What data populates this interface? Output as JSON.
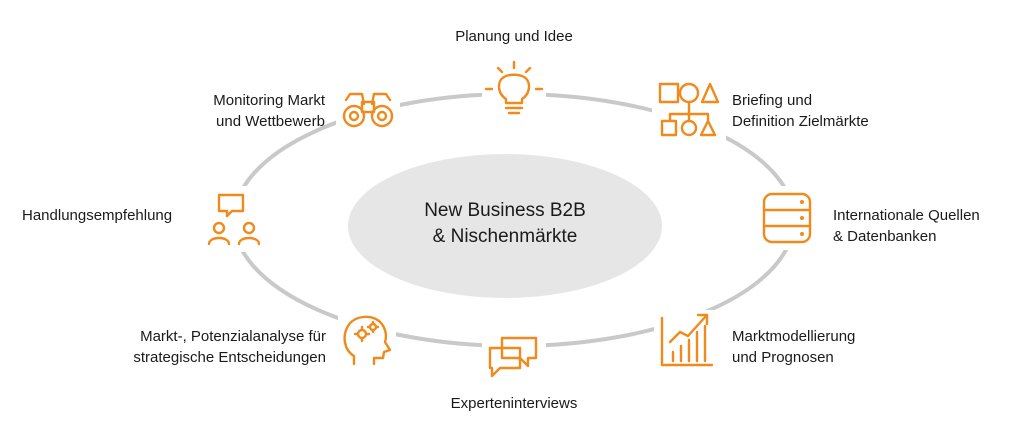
{
  "center": {
    "line1": "New Business B2B",
    "line2": "& Nischenmärkte"
  },
  "nodes": [
    {
      "id": "planung",
      "icon": "lightbulb-icon",
      "lines": [
        "Planung und Idee"
      ]
    },
    {
      "id": "briefing",
      "icon": "shapes-flowchart-icon",
      "lines": [
        "Briefing und",
        "Definition Zielmärkte"
      ]
    },
    {
      "id": "quellen",
      "icon": "database-icon",
      "lines": [
        "Internationale Quellen",
        "& Datenbanken"
      ]
    },
    {
      "id": "modellierung",
      "icon": "bar-chart-trend-icon",
      "lines": [
        "Marktmodellierung",
        "und Prognosen"
      ]
    },
    {
      "id": "interviews",
      "icon": "chat-bubbles-icon",
      "lines": [
        "Experteninterviews"
      ]
    },
    {
      "id": "analyse",
      "icon": "head-gears-icon",
      "lines": [
        "Markt-, Potenzialanalyse für",
        "strategische Entscheidungen"
      ]
    },
    {
      "id": "empfehlung",
      "icon": "people-speech-icon",
      "lines": [
        "Handlungsempfehlung"
      ]
    },
    {
      "id": "monitoring",
      "icon": "binoculars-icon",
      "lines": [
        "Monitoring Markt",
        "und Wettbewerb"
      ]
    }
  ],
  "colors": {
    "accent": "#f08a1c",
    "ring": "#c9c9c9",
    "center_fill": "#e6e6e6",
    "text": "#1a1a1a"
  }
}
